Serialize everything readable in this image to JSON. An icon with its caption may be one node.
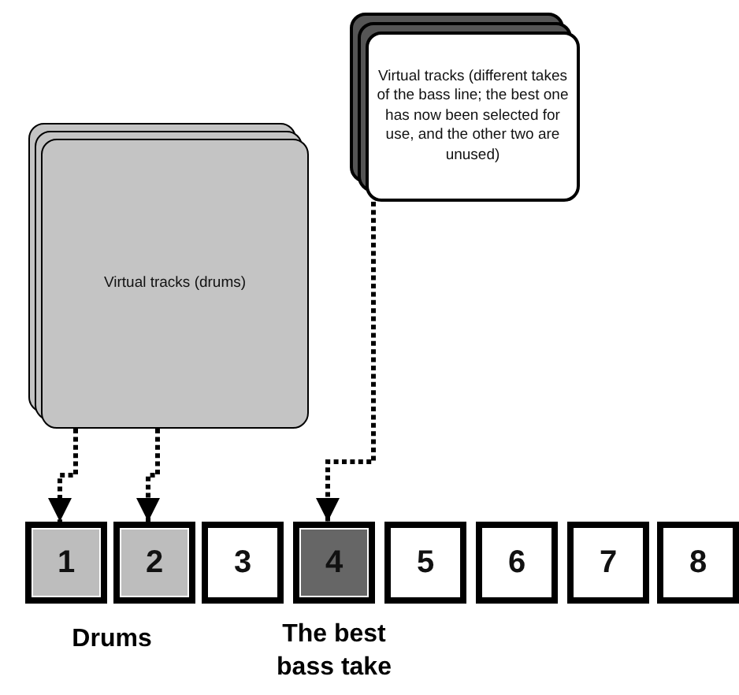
{
  "diagram": {
    "nodes": [
      {
        "text": [
          "Virtual tracks (drums)"
        ]
      },
      {
        "text": [
          "Virtual tracks (different takes of the bass line; the best one has now been selected for use, and the other two are unused)"
        ]
      },
      {
        "text": [
          "1"
        ]
      },
      {
        "text": [
          "2"
        ]
      },
      {
        "text": [
          "3"
        ]
      },
      {
        "text": [
          "4"
        ]
      },
      {
        "text": [
          "5"
        ]
      },
      {
        "text": [
          "6"
        ]
      },
      {
        "text": [
          "7"
        ]
      },
      {
        "text": [
          "8"
        ]
      }
    ],
    "edges": [
      {
        "from": 0,
        "to": 2,
        "arrow": "to",
        "style": "dashed"
      },
      {
        "from": 0,
        "to": 3,
        "arrow": "to",
        "style": "dashed"
      },
      {
        "from": 1,
        "to": 5,
        "arrow": "to",
        "style": "dashed"
      }
    ],
    "labels": [
      "Drums",
      "The best bass take"
    ]
  }
}
